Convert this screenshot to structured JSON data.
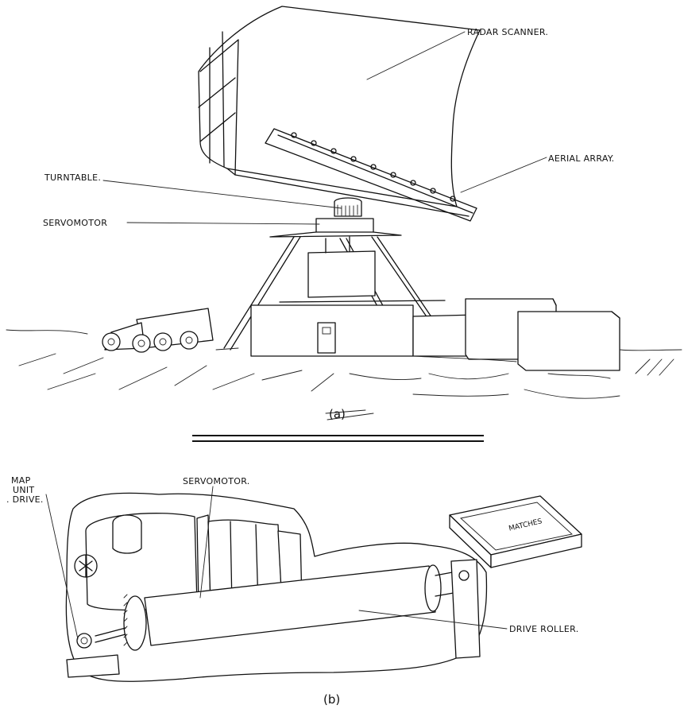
{
  "figure_a": {
    "caption": "(a)",
    "labels": {
      "radar_scanner": "RADAR SCANNER.",
      "aerial_array": "AERIAL ARRAY.",
      "turntable": "TURNTABLE.",
      "servomotor": "SERVOMOTOR"
    }
  },
  "figure_b": {
    "caption": "(b)",
    "labels": {
      "servomotor": "SERVOMOTOR.",
      "map_unit_drive_line1": "MAP",
      "map_unit_drive_line2": "UNIT",
      "map_unit_drive_line3": ". DRIVE.",
      "drive_roller": "DRIVE ROLLER."
    },
    "matchbox_text": "MATCHES"
  }
}
